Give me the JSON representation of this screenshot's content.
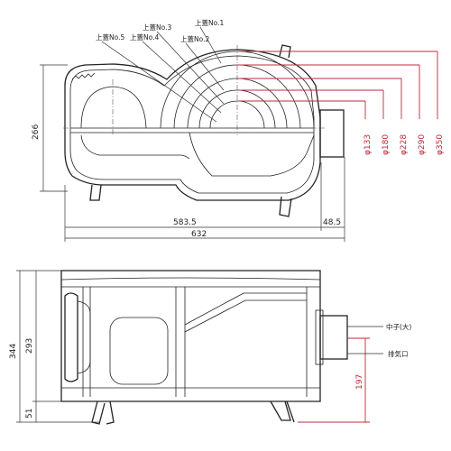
{
  "top_view": {
    "parts": {
      "no1": "上蓋No.1",
      "no2": "上蓋No.2",
      "no3": "上蓋No.3",
      "no4": "上蓋No.4",
      "no5": "上蓋No.5"
    },
    "dims": {
      "height": "266",
      "left_width": "583.5",
      "right_width": "48.5",
      "total_width": "632"
    },
    "diameters": [
      "φ133",
      "φ180",
      "φ228",
      "φ290",
      "φ350"
    ],
    "colors": {
      "line": "#222222",
      "dimension_red": "#c0283a"
    }
  },
  "front_view": {
    "dims": {
      "overall_height": "344",
      "body_height": "293",
      "leg_height": "51",
      "inlet_height": "197"
    },
    "labels": {
      "chimney": "中子(大)",
      "inlet": "排気口"
    }
  }
}
